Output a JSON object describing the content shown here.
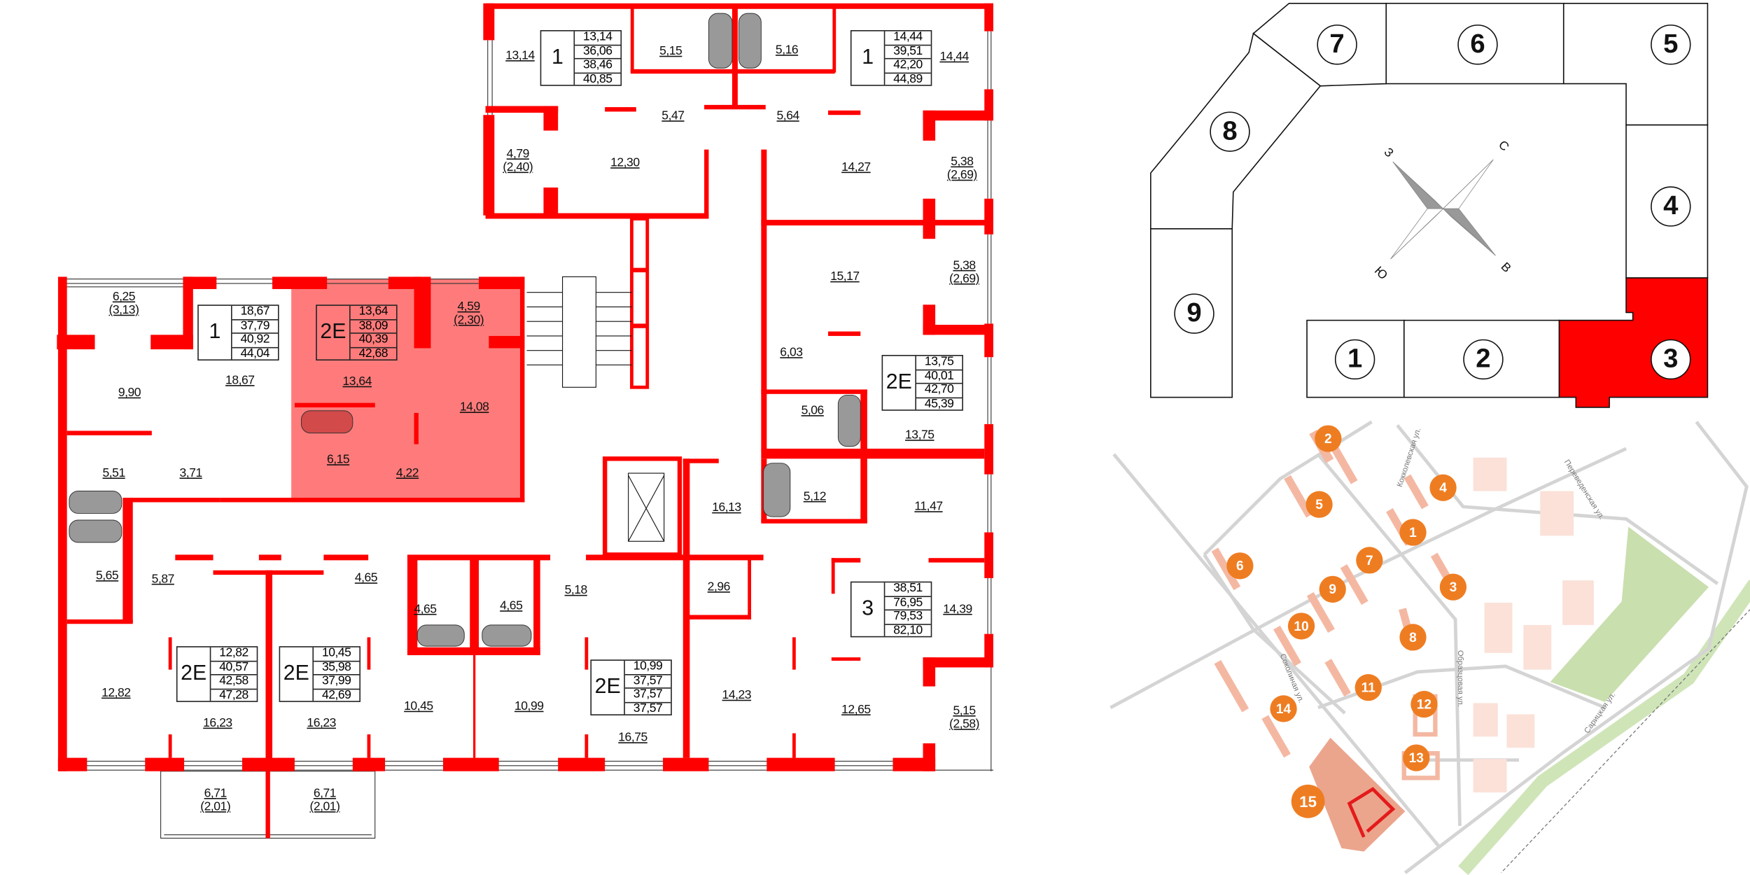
{
  "floor_plan": {
    "selected_apartment_color": "#ff7b7b",
    "wall_color": "#ff0000",
    "apartments": [
      {
        "type": "1",
        "areas": [
          "13,14",
          "36,06",
          "38,46",
          "40,85"
        ]
      },
      {
        "type": "1",
        "areas": [
          "14,44",
          "39,51",
          "42,20",
          "44,89"
        ]
      },
      {
        "type": "1",
        "areas": [
          "18,67",
          "37,79",
          "40,92",
          "44,04"
        ]
      },
      {
        "type": "2E",
        "areas": [
          "13,64",
          "38,09",
          "40,39",
          "42,68"
        ],
        "selected": true
      },
      {
        "type": "2E",
        "areas": [
          "13,75",
          "40,01",
          "42,70",
          "45,39"
        ]
      },
      {
        "type": "3",
        "areas": [
          "38,51",
          "76,95",
          "79,53",
          "82,10"
        ]
      },
      {
        "type": "2E",
        "areas": [
          "12,82",
          "40,57",
          "42,58",
          "47,28"
        ]
      },
      {
        "type": "2E",
        "areas": [
          "10,45",
          "35,98",
          "37,99",
          "42,69"
        ]
      },
      {
        "type": "2E",
        "areas": [
          "10,99",
          "37,57",
          "37,57",
          "37,57"
        ]
      }
    ],
    "rooms": [
      {
        "area": "13,14"
      },
      {
        "area": "5,15"
      },
      {
        "area": "5,16"
      },
      {
        "area": "14,44"
      },
      {
        "area": "5,47"
      },
      {
        "area": "5,64"
      },
      {
        "area": "4,79",
        "sub": "(2,40)"
      },
      {
        "area": "12,30"
      },
      {
        "area": "14,27"
      },
      {
        "area": "5,38",
        "sub": "(2,69)"
      },
      {
        "area": "15,17"
      },
      {
        "area": "5,38",
        "sub": "(2,69)"
      },
      {
        "area": "6,25",
        "sub": "(3,13)"
      },
      {
        "area": "4,59",
        "sub": "(2,30)"
      },
      {
        "area": "18,67"
      },
      {
        "area": "13,64"
      },
      {
        "area": "14,08"
      },
      {
        "area": "9,90"
      },
      {
        "area": "6,03"
      },
      {
        "area": "5,06"
      },
      {
        "area": "13,75"
      },
      {
        "area": "6,15"
      },
      {
        "area": "4,22"
      },
      {
        "area": "5,51"
      },
      {
        "area": "3,71"
      },
      {
        "area": "16,13"
      },
      {
        "area": "5,12"
      },
      {
        "area": "11,47"
      },
      {
        "area": "5,65"
      },
      {
        "area": "5,87"
      },
      {
        "area": "4,65"
      },
      {
        "area": "4,65"
      },
      {
        "area": "4,65"
      },
      {
        "area": "5,18"
      },
      {
        "area": "2,96"
      },
      {
        "area": "14,39"
      },
      {
        "area": "12,82"
      },
      {
        "area": "10,45"
      },
      {
        "area": "10,99"
      },
      {
        "area": "14,23"
      },
      {
        "area": "12,65"
      },
      {
        "area": "5,15",
        "sub": "(2,58)"
      },
      {
        "area": "16,23"
      },
      {
        "area": "16,23"
      },
      {
        "area": "16,75"
      },
      {
        "area": "6,71",
        "sub": "(2,01)"
      },
      {
        "area": "6,71",
        "sub": "(2,01)"
      }
    ]
  },
  "key_plan": {
    "sections": [
      "1",
      "2",
      "3",
      "4",
      "5",
      "6",
      "7",
      "8",
      "9"
    ],
    "selected_section": "3",
    "selected_color": "#ff0000",
    "compass": {
      "north": "С",
      "east": "В",
      "south": "Ю",
      "west": "З"
    }
  },
  "site_map": {
    "buildings": [
      "1",
      "2",
      "3",
      "4",
      "5",
      "6",
      "7",
      "8",
      "9",
      "10",
      "11",
      "12",
      "13",
      "14",
      "15"
    ],
    "selected_building": "15",
    "marker_color": "#ee7d22",
    "streets": [
      "Кокколевская ул.",
      "Переведенская ул.",
      "Образцовая ул.",
      "Соколиная ул.",
      "Сарицкая ул."
    ]
  }
}
